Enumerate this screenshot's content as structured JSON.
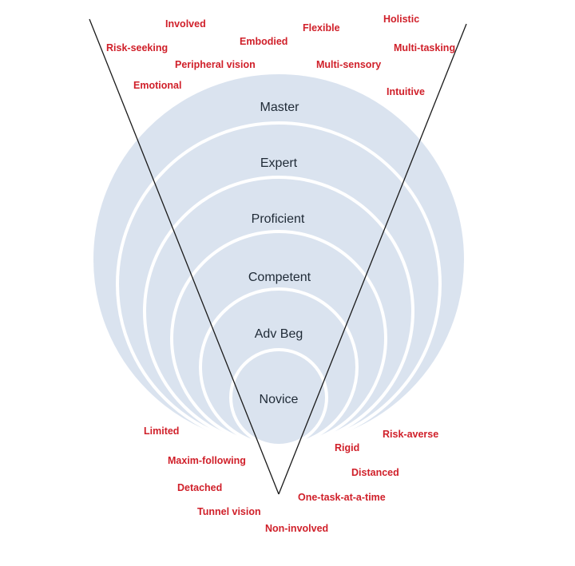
{
  "levels": [
    "Master",
    "Expert",
    "Proficient",
    "Competent",
    "Adv Beg",
    "Novice"
  ],
  "traits_top": [
    "Involved",
    "Holistic",
    "Flexible",
    "Embodied",
    "Risk-seeking",
    "Multi-tasking",
    "Peripheral vision",
    "Multi-sensory",
    "Emotional",
    "Intuitive"
  ],
  "traits_bottom": [
    "Limited",
    "Risk-averse",
    "Rigid",
    "Maxim-following",
    "Distanced",
    "Detached",
    "One-task-at-a-time",
    "Tunnel vision",
    "Non-involved"
  ],
  "colors": {
    "fill": "#dae3ef",
    "ring": "#ffffff",
    "line": "#1a1a1a",
    "trait": "#d0202a"
  }
}
